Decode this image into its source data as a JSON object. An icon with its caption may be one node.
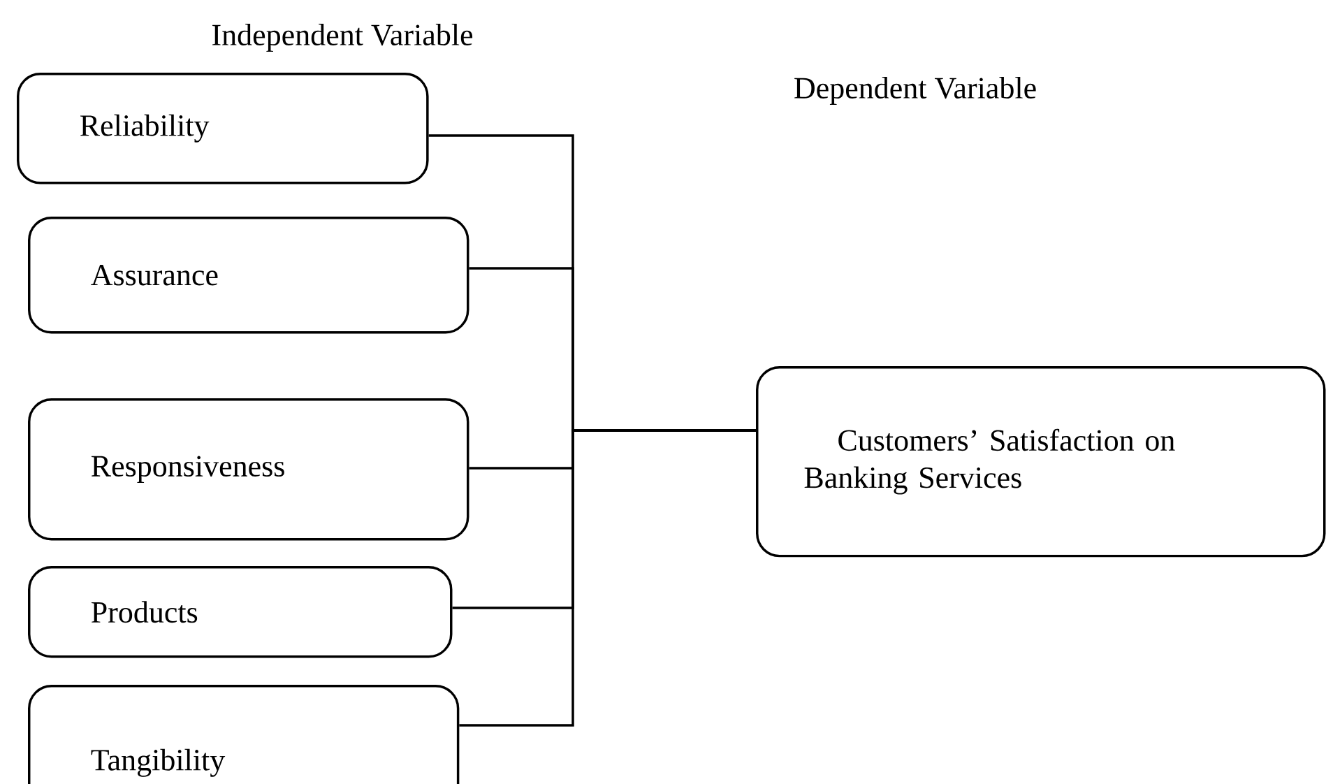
{
  "diagram": {
    "nodes": [
      {
        "text": [
          "Reliability"
        ]
      },
      {
        "text": [
          "Assurance"
        ]
      },
      {
        "text": [
          "Responsiveness"
        ]
      },
      {
        "text": [
          "Products"
        ]
      },
      {
        "text": [
          "Tangibility"
        ]
      },
      {
        "text": [
          "Customers’ Satisfaction on Banking Services"
        ]
      }
    ],
    "edges": [
      {
        "from": 0,
        "to": 5,
        "arrow": "none"
      },
      {
        "from": 1,
        "to": 5,
        "arrow": "none"
      },
      {
        "from": 2,
        "to": 5,
        "arrow": "none"
      },
      {
        "from": 3,
        "to": 5,
        "arrow": "none"
      },
      {
        "from": 4,
        "to": 5,
        "arrow": "none"
      }
    ],
    "labels": [
      "Independent Variable",
      "Dependent Variable"
    ]
  }
}
